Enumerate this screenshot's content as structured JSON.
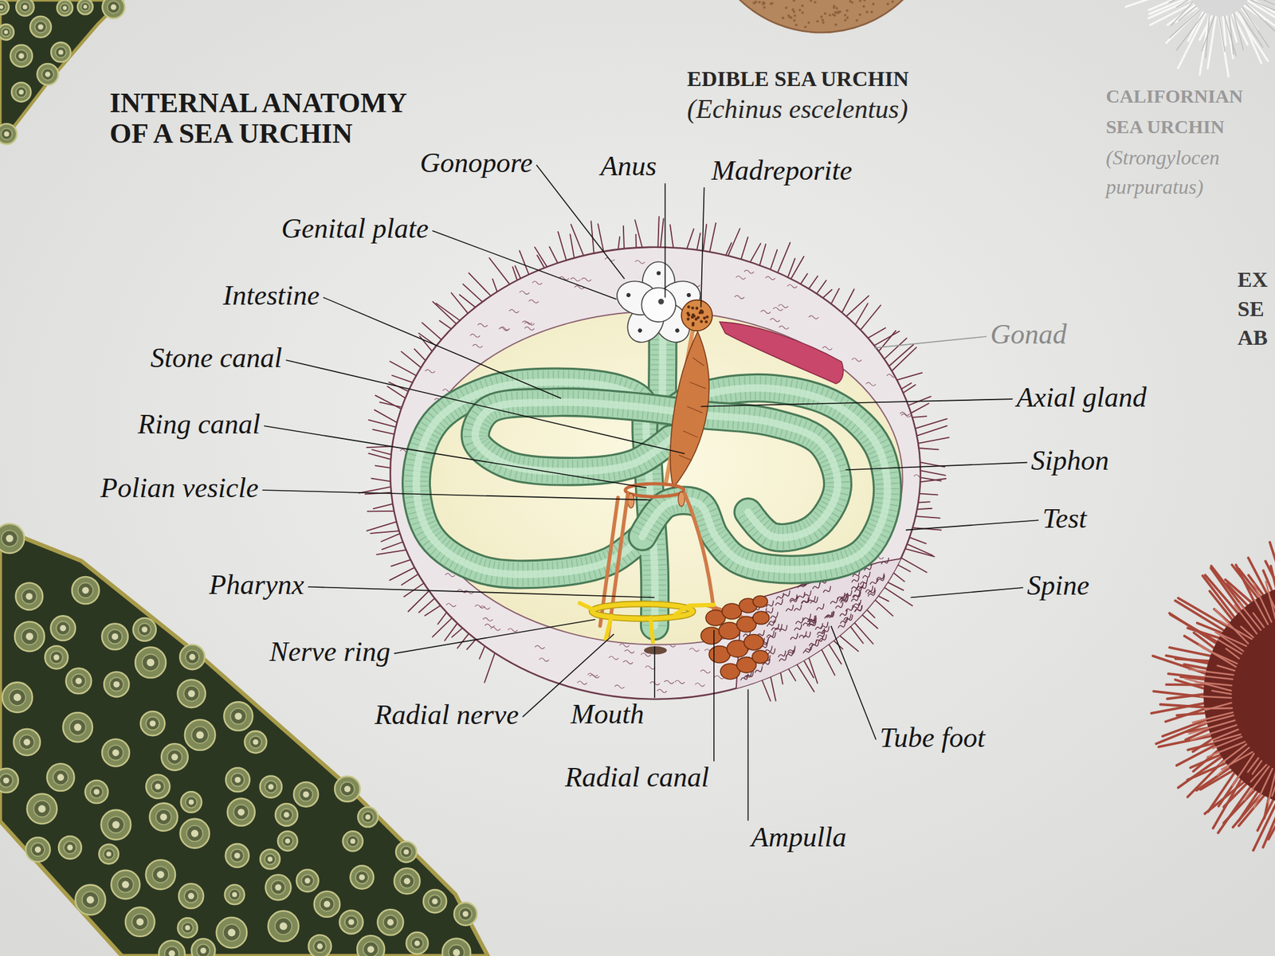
{
  "diagram": {
    "title": "INTERNAL ANATOMY OF A SEA URCHIN",
    "labels": [
      "EDIBLE SEA URCHIN",
      "(Echinus escelentus)",
      "CALIFORNIAN",
      "SEA URCHIN",
      "(Strongylocen",
      "purpuratus)",
      "EX",
      "SE",
      "AB",
      "Gonopore",
      "Anus",
      "Madreporite",
      "Genital plate",
      "Gonad",
      "Intestine",
      "Axial gland",
      "Stone canal",
      "Siphon",
      "Ring canal",
      "Test",
      "Polian vesicle",
      "Pharynx",
      "Spine",
      "Nerve ring",
      "Radial nerve",
      "Mouth",
      "Tube foot",
      "Radial canal",
      "Ampulla"
    ]
  }
}
